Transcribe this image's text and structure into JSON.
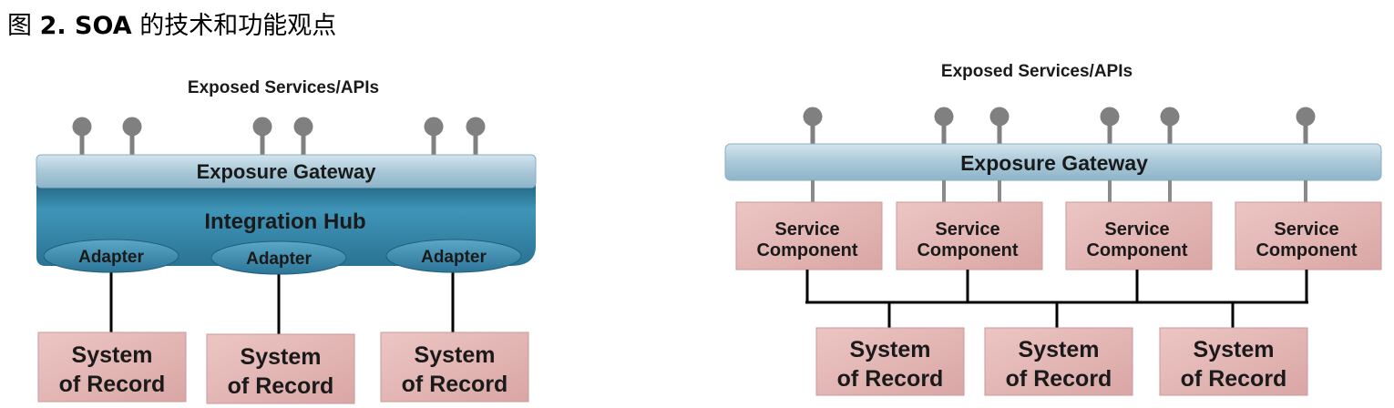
{
  "caption": {
    "prefix": "图",
    "bold": "2. SOA",
    "suffix": "的技术和功能观点"
  },
  "left_diagram": {
    "exposed_label": "Exposed Services/APIs",
    "gateway_label": "Exposure Gateway",
    "hub_label": "Integration Hub",
    "adapters": [
      "Adapter",
      "Adapter",
      "Adapter"
    ],
    "systems": [
      {
        "line1": "System",
        "line2": "of Record"
      },
      {
        "line1": "System",
        "line2": "of Record"
      },
      {
        "line1": "System",
        "line2": "of Record"
      }
    ]
  },
  "right_diagram": {
    "exposed_label": "Exposed Services/APIs",
    "gateway_label": "Exposure Gateway",
    "components": [
      {
        "line1": "Service",
        "line2": "Component"
      },
      {
        "line1": "Service",
        "line2": "Component"
      },
      {
        "line1": "Service",
        "line2": "Component"
      },
      {
        "line1": "Service",
        "line2": "Component"
      }
    ],
    "systems": [
      {
        "line1": "System",
        "line2": "of Record"
      },
      {
        "line1": "System",
        "line2": "of Record"
      },
      {
        "line1": "System",
        "line2": "of Record"
      }
    ]
  },
  "colors": {
    "gateway": "#a9c8d8",
    "hub": "#2f7fa0",
    "adapter": "#3a8bb0",
    "record_box": "#e4b6b4",
    "api_pin": "#808080",
    "line": "#000000"
  }
}
